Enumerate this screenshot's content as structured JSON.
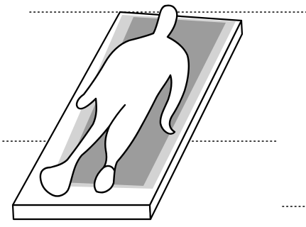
{
  "figure": {
    "subject": "person-lying-on-mattress",
    "colors": {
      "background": "#ffffff",
      "outline": "#000000",
      "mattress_top": "#ffffff",
      "mattress_side": "#ffffff",
      "inner_band": "#d0d0d0",
      "pad_zone": "#9a9a9a",
      "body_fill": "#ffffff",
      "guide_line": "#000000"
    },
    "guide_lines": [
      {
        "name": "upper-reference-line"
      },
      {
        "name": "middle-reference-line"
      },
      {
        "name": "lower-reference-line"
      }
    ]
  }
}
